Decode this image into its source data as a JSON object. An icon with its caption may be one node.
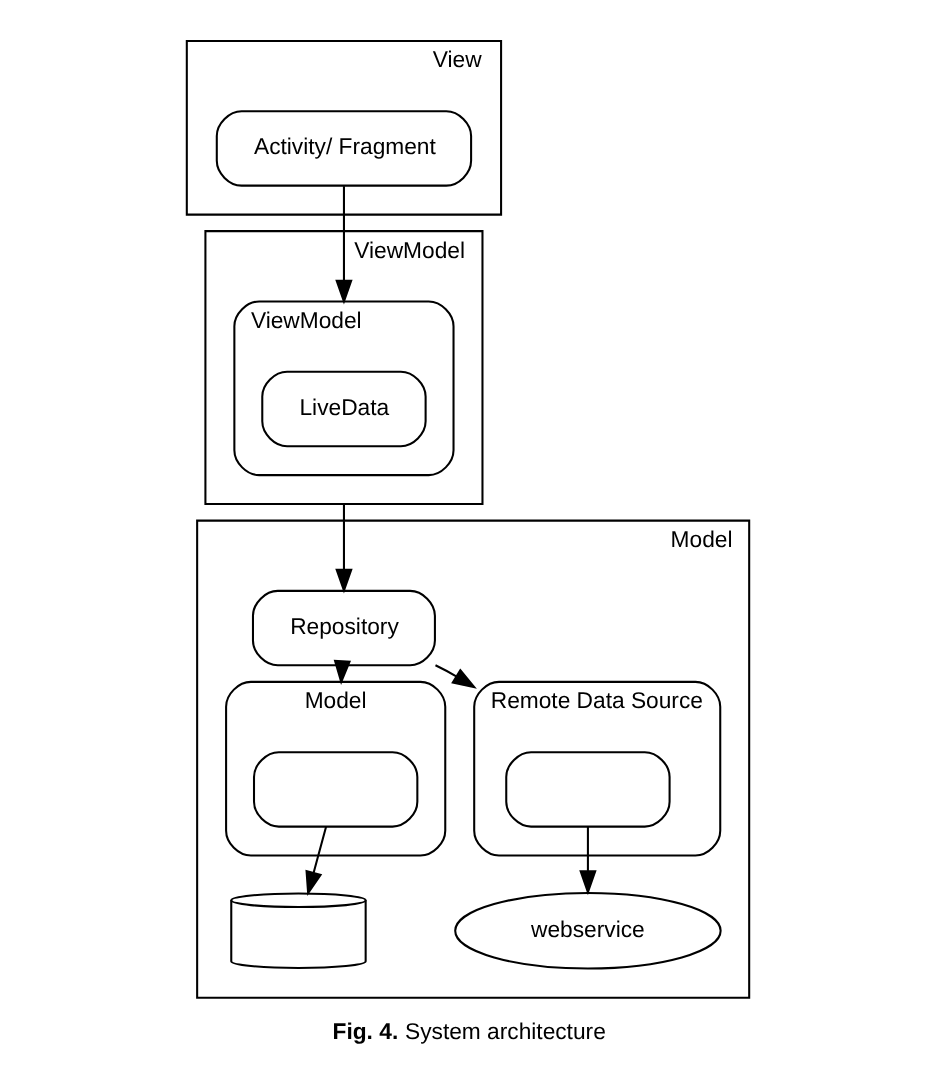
{
  "diagram": {
    "caption": "**Fig. 4.** System architecture",
    "nodes": [
      {
        "text": [
          "View"
        ]
      },
      {
        "text": [
          "Activity/ Fragment"
        ],
        "in": 0
      },
      {
        "text": [
          "ViewModel"
        ]
      },
      {
        "text": [
          "ViewModel"
        ],
        "in": 2
      },
      {
        "text": [
          "LiveData"
        ],
        "in": 3
      },
      {
        "text": [
          "Model"
        ]
      },
      {
        "text": [
          "Repository"
        ],
        "in": 5
      },
      {
        "text": [
          "Model"
        ],
        "in": 5
      },
      {
        "text": [],
        "shape": "box",
        "in": 7
      },
      {
        "text": [
          "Remote Data Source"
        ],
        "in": 5
      },
      {
        "text": [],
        "shape": "box",
        "in": 9
      },
      {
        "text": [],
        "shape": "cylinder",
        "in": 5
      },
      {
        "text": [
          "webservice"
        ],
        "in": 5
      }
    ],
    "edges": [
      {
        "from": 1,
        "to": 3,
        "arrow": "to"
      },
      {
        "from": 2,
        "to": 6,
        "arrow": "to"
      },
      {
        "from": 6,
        "to": 7,
        "arrow": "to"
      },
      {
        "from": 6,
        "to": 9,
        "arrow": "to"
      },
      {
        "from": 8,
        "to": 11,
        "arrow": "to"
      },
      {
        "from": 10,
        "to": 12,
        "arrow": "to"
      }
    ]
  }
}
